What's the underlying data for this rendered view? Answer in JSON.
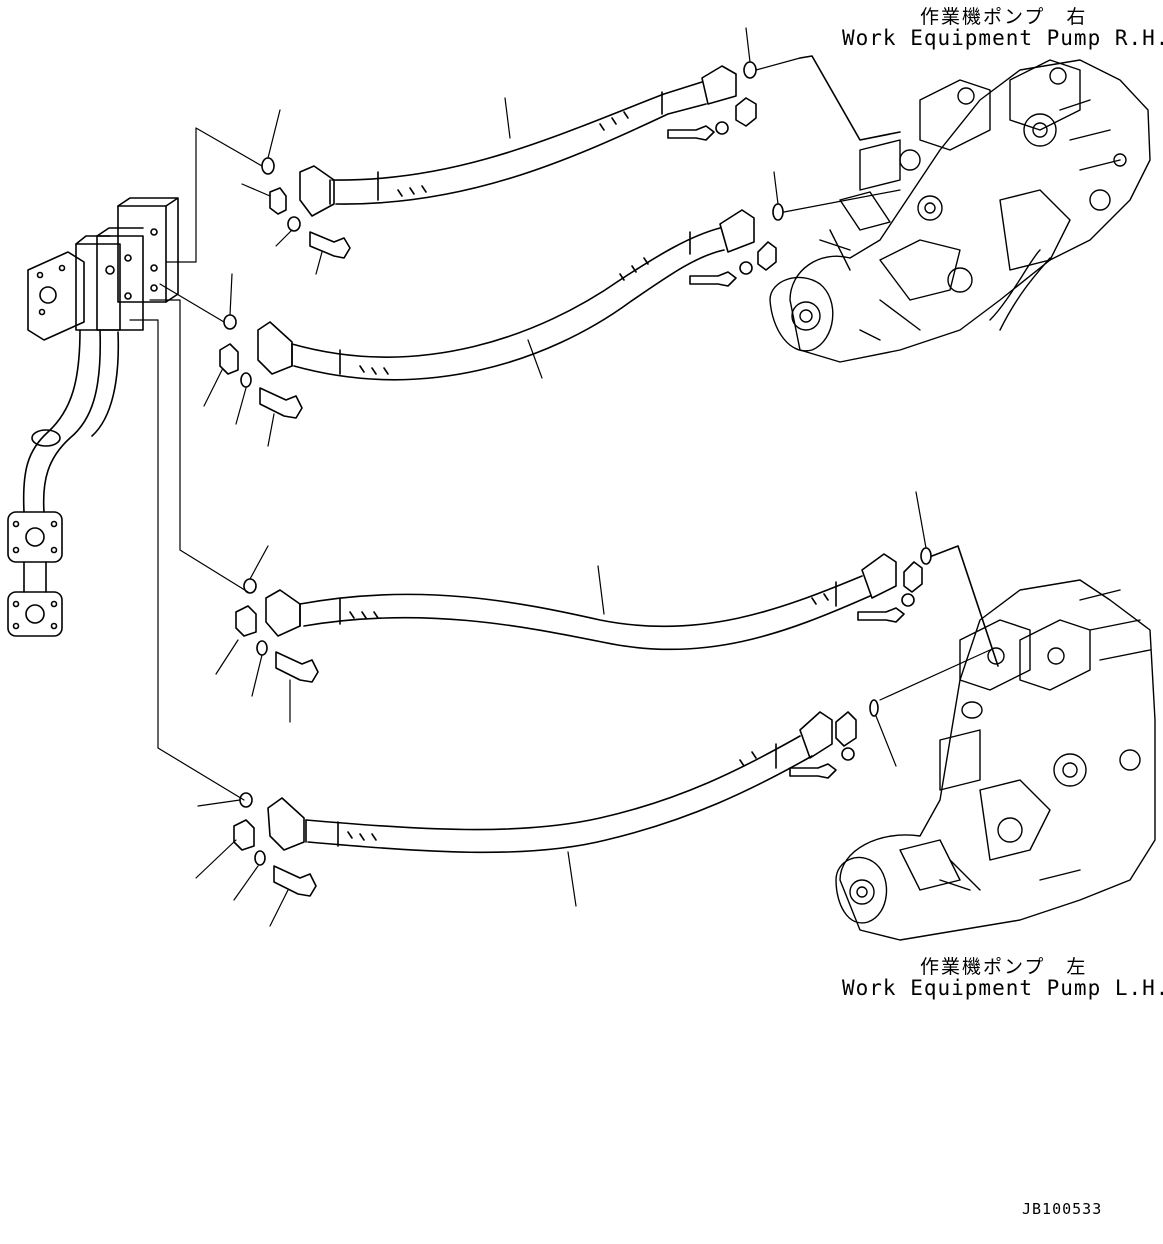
{
  "labels": {
    "pump_rh_jp": "作業機ポンプ　右",
    "pump_rh_en": "Work Equipment Pump R.H.",
    "pump_lh_jp": "作業機ポンプ　左",
    "pump_lh_en": "Work Equipment Pump L.H.",
    "drawing_code": "JB100533"
  },
  "colors": {
    "ink": "#000000",
    "paper": "#ffffff"
  }
}
